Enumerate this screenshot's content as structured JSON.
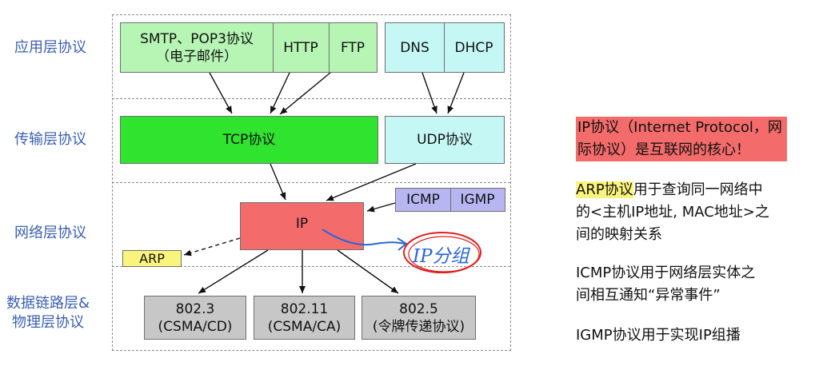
{
  "layers": {
    "app": "应用层协议",
    "transport": "传输层协议",
    "network": "网络层协议",
    "link": "数据链路层&\n物理层协议"
  },
  "app": {
    "smtp": "SMTP、POP3协议\n（电子邮件）",
    "http": "HTTP",
    "ftp": "FTP",
    "dns": "DNS",
    "dhcp": "DHCP"
  },
  "transport": {
    "tcp": "TCP协议",
    "udp": "UDP协议"
  },
  "network": {
    "ip": "IP",
    "icmp": "ICMP",
    "igmp": "IGMP",
    "arp": "ARP",
    "handwritten": "IP分组"
  },
  "link": {
    "l1": "802.3\n(CSMA/CD)",
    "l2": "802.11\n(CSMA/CA)",
    "l3": "802.5\n(令牌传递协议)"
  },
  "notes": {
    "ip_hl": "IP协议（Internet Protocol，网\n际协议）是互联网的核心！",
    "arp_hl": "ARP协议",
    "arp_rest": "用于查询同一网络中\n的<主机IP地址, MAC地址>之\n间的映射关系",
    "icmp": "ICMP协议用于网络层实体之\n间相互通知“异常事件”",
    "igmp": "IGMP协议用于实现IP组播"
  },
  "colors": {
    "app_green": "#b6f5b4",
    "tcp_green": "#2fe32f",
    "udp_cyan": "#c5f7f5",
    "ip_red": "#f36b6b",
    "icmp_lavender": "#b7b6f2",
    "arp_yellow": "#fbf47c",
    "link_gray": "#c7c7c7",
    "label_blue": "#3a5fb0",
    "ink_blue": "#2a66d8",
    "ink_red": "#e02020"
  }
}
